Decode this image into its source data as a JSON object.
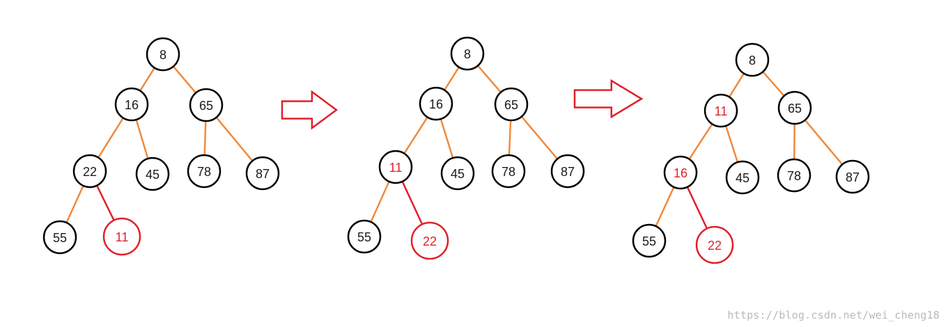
{
  "colors": {
    "edge": "#f08a3c",
    "highlight": "#e0202a",
    "node_stroke": "#000000",
    "text": "#1a1a1a",
    "arrow": "#e0202a",
    "watermark": "#b9b9b9"
  },
  "trees": [
    {
      "id": "tree-1",
      "nodes": [
        {
          "id": "n8",
          "label": "8",
          "color": "default"
        },
        {
          "id": "n16",
          "label": "16",
          "color": "default"
        },
        {
          "id": "n65",
          "label": "65",
          "color": "default"
        },
        {
          "id": "n22",
          "label": "22",
          "color": "default"
        },
        {
          "id": "n45",
          "label": "45",
          "color": "default"
        },
        {
          "id": "n78",
          "label": "78",
          "color": "default"
        },
        {
          "id": "n87",
          "label": "87",
          "color": "default"
        },
        {
          "id": "n55",
          "label": "55",
          "color": "default"
        },
        {
          "id": "n11",
          "label": "11",
          "color": "highlight",
          "ring": "highlight"
        }
      ],
      "edges": [
        {
          "from": "n8",
          "to": "n16",
          "color": "edge"
        },
        {
          "from": "n8",
          "to": "n65",
          "color": "edge"
        },
        {
          "from": "n16",
          "to": "n22",
          "color": "edge"
        },
        {
          "from": "n16",
          "to": "n45",
          "color": "edge"
        },
        {
          "from": "n65",
          "to": "n78",
          "color": "edge"
        },
        {
          "from": "n65",
          "to": "n87",
          "color": "edge"
        },
        {
          "from": "n22",
          "to": "n55",
          "color": "edge"
        },
        {
          "from": "n22",
          "to": "n11",
          "color": "highlight"
        }
      ]
    },
    {
      "id": "tree-2",
      "nodes": [
        {
          "id": "n8",
          "label": "8",
          "color": "default"
        },
        {
          "id": "n16",
          "label": "16",
          "color": "default"
        },
        {
          "id": "n65",
          "label": "65",
          "color": "default"
        },
        {
          "id": "n11",
          "label": "11",
          "color": "highlight"
        },
        {
          "id": "n45",
          "label": "45",
          "color": "default"
        },
        {
          "id": "n78",
          "label": "78",
          "color": "default"
        },
        {
          "id": "n87",
          "label": "87",
          "color": "default"
        },
        {
          "id": "n55",
          "label": "55",
          "color": "default"
        },
        {
          "id": "n22",
          "label": "22",
          "color": "highlight",
          "ring": "highlight"
        }
      ],
      "edges": [
        {
          "from": "n8",
          "to": "n16",
          "color": "edge"
        },
        {
          "from": "n8",
          "to": "n65",
          "color": "edge"
        },
        {
          "from": "n16",
          "to": "n11",
          "color": "edge"
        },
        {
          "from": "n16",
          "to": "n45",
          "color": "edge"
        },
        {
          "from": "n65",
          "to": "n78",
          "color": "edge"
        },
        {
          "from": "n65",
          "to": "n87",
          "color": "edge"
        },
        {
          "from": "n11",
          "to": "n55",
          "color": "edge"
        },
        {
          "from": "n11",
          "to": "n22",
          "color": "highlight"
        }
      ]
    },
    {
      "id": "tree-3",
      "nodes": [
        {
          "id": "n8",
          "label": "8",
          "color": "default"
        },
        {
          "id": "n11",
          "label": "11",
          "color": "highlight"
        },
        {
          "id": "n65",
          "label": "65",
          "color": "default"
        },
        {
          "id": "n16",
          "label": "16",
          "color": "highlight"
        },
        {
          "id": "n45",
          "label": "45",
          "color": "default"
        },
        {
          "id": "n78",
          "label": "78",
          "color": "default"
        },
        {
          "id": "n87",
          "label": "87",
          "color": "default"
        },
        {
          "id": "n55",
          "label": "55",
          "color": "default"
        },
        {
          "id": "n22",
          "label": "22",
          "color": "highlight",
          "ring": "highlight"
        }
      ],
      "edges": [
        {
          "from": "n8",
          "to": "n11",
          "color": "edge"
        },
        {
          "from": "n8",
          "to": "n65",
          "color": "edge"
        },
        {
          "from": "n11",
          "to": "n16",
          "color": "edge"
        },
        {
          "from": "n11",
          "to": "n45",
          "color": "edge"
        },
        {
          "from": "n65",
          "to": "n78",
          "color": "edge"
        },
        {
          "from": "n65",
          "to": "n87",
          "color": "edge"
        },
        {
          "from": "n16",
          "to": "n55",
          "color": "edge"
        },
        {
          "from": "n16",
          "to": "n22",
          "color": "highlight"
        }
      ]
    }
  ],
  "arrows": [
    {
      "id": "arrow-1",
      "icon": "right-arrow-outline-icon"
    },
    {
      "id": "arrow-2",
      "icon": "right-arrow-outline-icon"
    }
  ],
  "watermark": "https://blog.csdn.net/wei_cheng18"
}
